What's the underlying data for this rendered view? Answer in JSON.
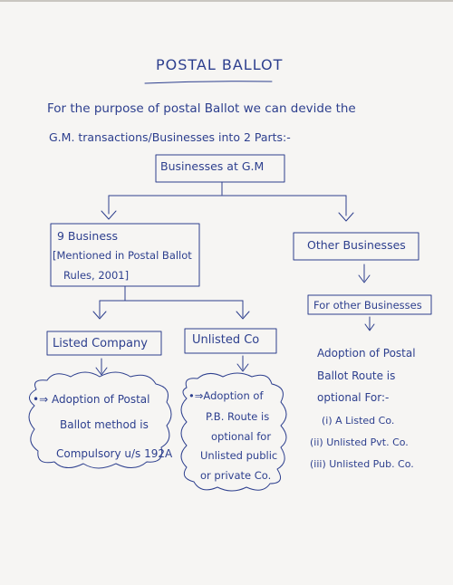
{
  "title": "POSTAL BALLOT",
  "intro_line1": "For the purpose of postal Ballot we can devide the",
  "intro_line2": "G.M. transactions/Businesses into 2 Parts:-",
  "nodes": {
    "root": "Businesses at G.M",
    "nine_line1": "9 Business",
    "nine_line2": "[Mentioned in Postal Ballot",
    "nine_line3": "Rules, 2001]",
    "other": "Other Businesses",
    "for_other": "For other Businesses",
    "listed": "Listed Company",
    "unlisted": "Unlisted Co"
  },
  "cloud_listed": [
    "•⇒ Adoption of Postal",
    "Ballot method is",
    "Compulsory u/s 192A"
  ],
  "cloud_unlisted": [
    "•⇒Adoption of",
    "P.B. Route is",
    "optional for",
    "Unlisted public",
    "or private Co."
  ],
  "other_text": [
    "Adoption of Postal",
    "Ballot Route is",
    "optional For:-",
    "(i) A Listed Co.",
    "(ii) Unlisted Pvt. Co.",
    "(iii) Unlisted Pub. Co."
  ],
  "ink_color": "#2d3f8e"
}
